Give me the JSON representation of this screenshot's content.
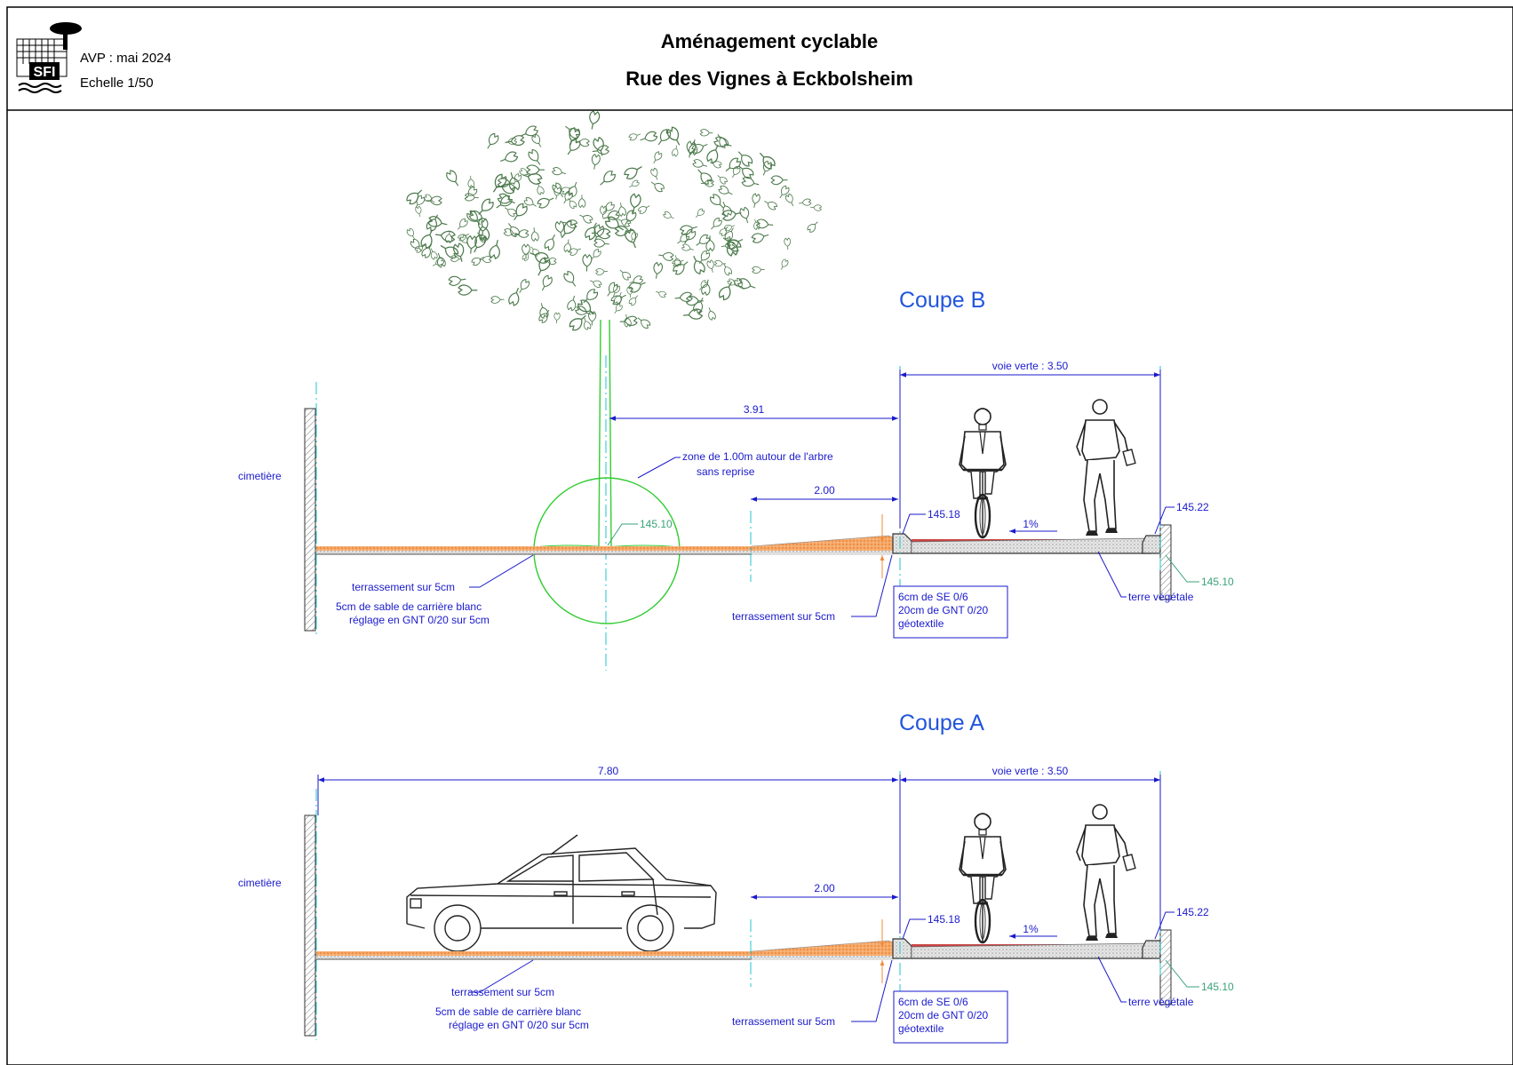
{
  "header": {
    "phase_label": "AVP :",
    "phase_value": "mai 2024",
    "scale": "Echelle 1/50",
    "title_line1": "Aménagement cyclable",
    "title_line2": "Rue des Vignes à Eckbolsheim",
    "logo_text": "SFI"
  },
  "coupe_b": {
    "title": "Coupe B",
    "left_label": "cimetière",
    "dim_voie_verte": "voie verte : 3.50",
    "dim_tree_offset": "3.91",
    "dim_ramp": "2.00",
    "tree_zone_line1": "zone de 1.00m autour de l'arbre",
    "tree_zone_line2": "sans reprise",
    "level_tree": "145.10",
    "level_left_edge": "145.18",
    "level_right_edge": "145.22",
    "level_right_ground": "145.10",
    "slope": "1%",
    "terrassement_left": "terrassement sur 5cm",
    "sand_line1": "5cm de sable de carrière blanc",
    "sand_line2": "réglage en GNT 0/20 sur 5cm",
    "terrassement_mid": "terrassement sur 5cm",
    "structure_line1": "6cm de SE 0/6",
    "structure_line2": "20cm de GNT 0/20",
    "structure_line3": "géotextile",
    "terre_vegetale": "terre végétale"
  },
  "coupe_a": {
    "title": "Coupe A",
    "left_label": "cimetière",
    "dim_total": "7.80",
    "dim_voie_verte": "voie verte : 3.50",
    "dim_ramp": "2.00",
    "level_left_edge": "145.18",
    "level_right_edge": "145.22",
    "level_right_ground": "145.10",
    "slope": "1%",
    "terrassement_left": "terrassement sur 5cm",
    "sand_line1": "5cm de sable de carrière blanc",
    "sand_line2": "réglage en GNT 0/20 sur 5cm",
    "terrassement_mid": "terrassement sur 5cm",
    "structure_line1": "6cm de SE 0/6",
    "structure_line2": "20cm de GNT 0/20",
    "structure_line3": "géotextile",
    "terre_vegetale": "terre végétale"
  },
  "colors": {
    "dimension_blue": "#1a1acc",
    "axis_cyan": "#22c4cc",
    "sand_orange": "#f08a3a",
    "tree_green": "#33cc33",
    "leaf_green": "#4d7a4d",
    "level_green": "#3aa37a",
    "surface_red": "#cc4444"
  }
}
